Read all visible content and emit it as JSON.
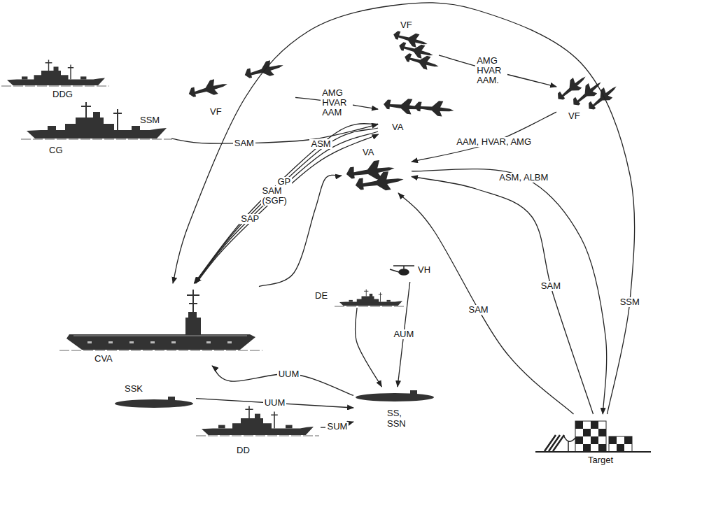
{
  "diagram": {
    "nodes": [
      {
        "text": [
          "VF"
        ]
      },
      {
        "text": [
          "VF"
        ]
      },
      {
        "text": [
          "VF"
        ]
      },
      {
        "text": [
          "VA"
        ]
      },
      {
        "text": [
          "VA"
        ]
      },
      {
        "text": [
          "DDG"
        ]
      },
      {
        "text": [
          "CG"
        ]
      },
      {
        "text": [
          "CVA"
        ]
      },
      {
        "text": [
          "VH"
        ]
      },
      {
        "text": [
          "DE"
        ]
      },
      {
        "text": [
          "SSK"
        ]
      },
      {
        "text": [
          "SS, SSN"
        ]
      },
      {
        "text": [
          "DD"
        ]
      },
      {
        "text": [
          "Target"
        ]
      }
    ],
    "edges": [
      {
        "from": 1,
        "to": 3,
        "arrow": "to",
        "label": "AMG HVAR AAM"
      },
      {
        "from": 0,
        "to": 2,
        "arrow": "to",
        "label": "AMG HVAR AAM."
      },
      {
        "from": 2,
        "to": 4,
        "arrow": "to",
        "label": "AAM, HVAR, AMG"
      },
      {
        "from": 6,
        "to": 3,
        "arrow": "to",
        "label": "SAM"
      },
      {
        "from": 3,
        "to": 7,
        "arrow": "to",
        "label": "ASM"
      },
      {
        "from": 3,
        "to": 7,
        "arrow": "to",
        "label": "GP"
      },
      {
        "from": 3,
        "to": 7,
        "arrow": "to",
        "label": "SAP"
      },
      {
        "from": 7,
        "to": 3,
        "arrow": "to",
        "label": "SAM (SGF)"
      },
      {
        "from": 7,
        "to": 4,
        "arrow": "to"
      },
      {
        "from": 4,
        "to": 13,
        "arrow": "to",
        "label": "ASM, ALBM"
      },
      {
        "from": 13,
        "to": 4,
        "arrow": "to",
        "label": "SAM"
      },
      {
        "from": 13,
        "to": 4,
        "arrow": "to",
        "label": "SAM"
      },
      {
        "from": 13,
        "to": 7,
        "arrow": "to",
        "label": "SSM"
      },
      {
        "from": 11,
        "to": 7,
        "arrow": "to",
        "label": "UUM"
      },
      {
        "from": 10,
        "to": 11,
        "arrow": "to",
        "label": "UUM"
      },
      {
        "from": 9,
        "to": 11,
        "arrow": "to"
      },
      {
        "from": 8,
        "to": 11,
        "arrow": "to",
        "label": "AUM"
      },
      {
        "from": 12,
        "to": 11,
        "arrow": "to",
        "label": "SUM"
      }
    ],
    "labels": [
      "SSM"
    ]
  }
}
